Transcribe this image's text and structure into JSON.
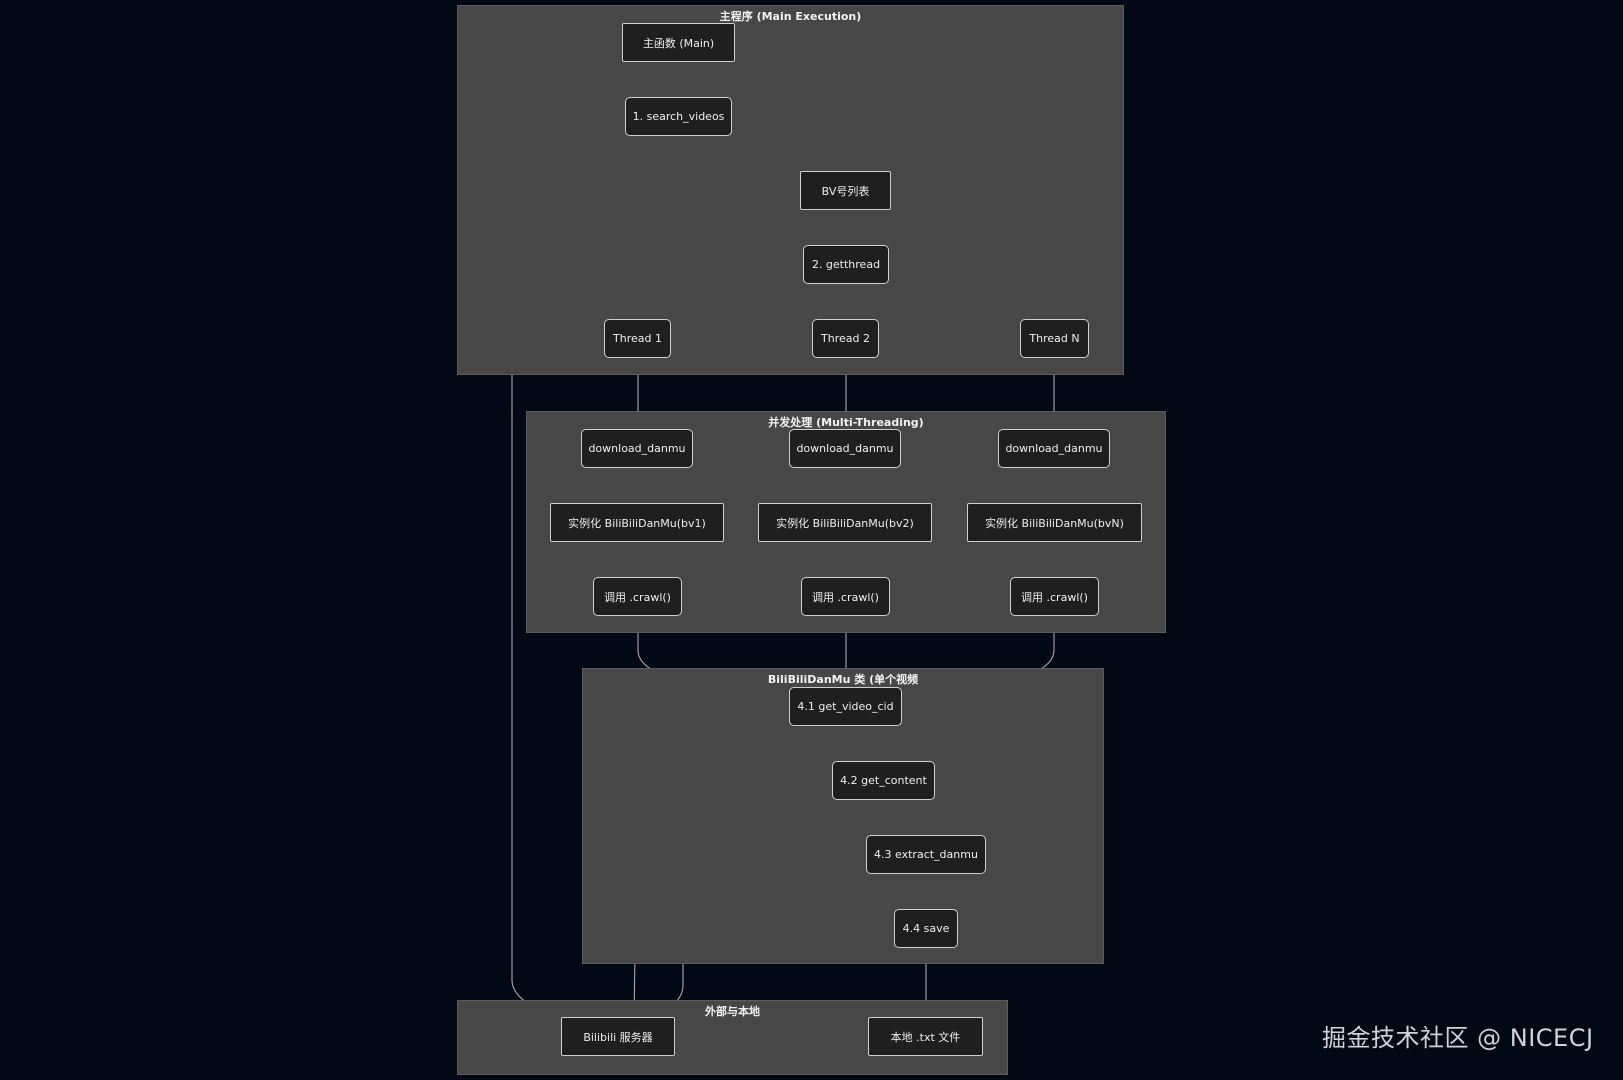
{
  "clusters": {
    "main": "主程序 (Main Execution)",
    "threading": "并发处理 (Multi-Threading)",
    "danmu_class": "BiliBiliDanMu 类 (单个视频",
    "external": "外部与本地"
  },
  "nodes": {
    "main_func": "主函数 (Main)",
    "search_videos": "1. search_videos",
    "bv_list": "BV号列表",
    "getthread": "2. getthread",
    "thread1": "Thread 1",
    "thread2": "Thread 2",
    "threadn": "Thread N",
    "download1": "download_danmu",
    "download2": "download_danmu",
    "downloadn": "download_danmu",
    "inst1": "实例化 BiliBiliDanMu(bv1)",
    "inst2": "实例化 BiliBiliDanMu(bv2)",
    "instn": "实例化 BiliBiliDanMu(bvN)",
    "crawl1": "调用 .crawl()",
    "crawl2": "调用 .crawl()",
    "crawln": "调用 .crawl()",
    "get_video_cid": "4.1 get_video_cid",
    "get_content": "4.2 get_content",
    "extract_danmu": "4.3 extract_danmu",
    "save": "4.4 save",
    "bilibili_server": "Bilibili 服务器",
    "local_txt": "本地 .txt 文件"
  },
  "watermark": "掘金技术社区 @ NICECJ",
  "colors": {
    "background": "#020814",
    "cluster": "#474747",
    "node_fill": "#1f1f1f",
    "node_border": "#cfcfcf",
    "edge": "#b8b8b8"
  }
}
